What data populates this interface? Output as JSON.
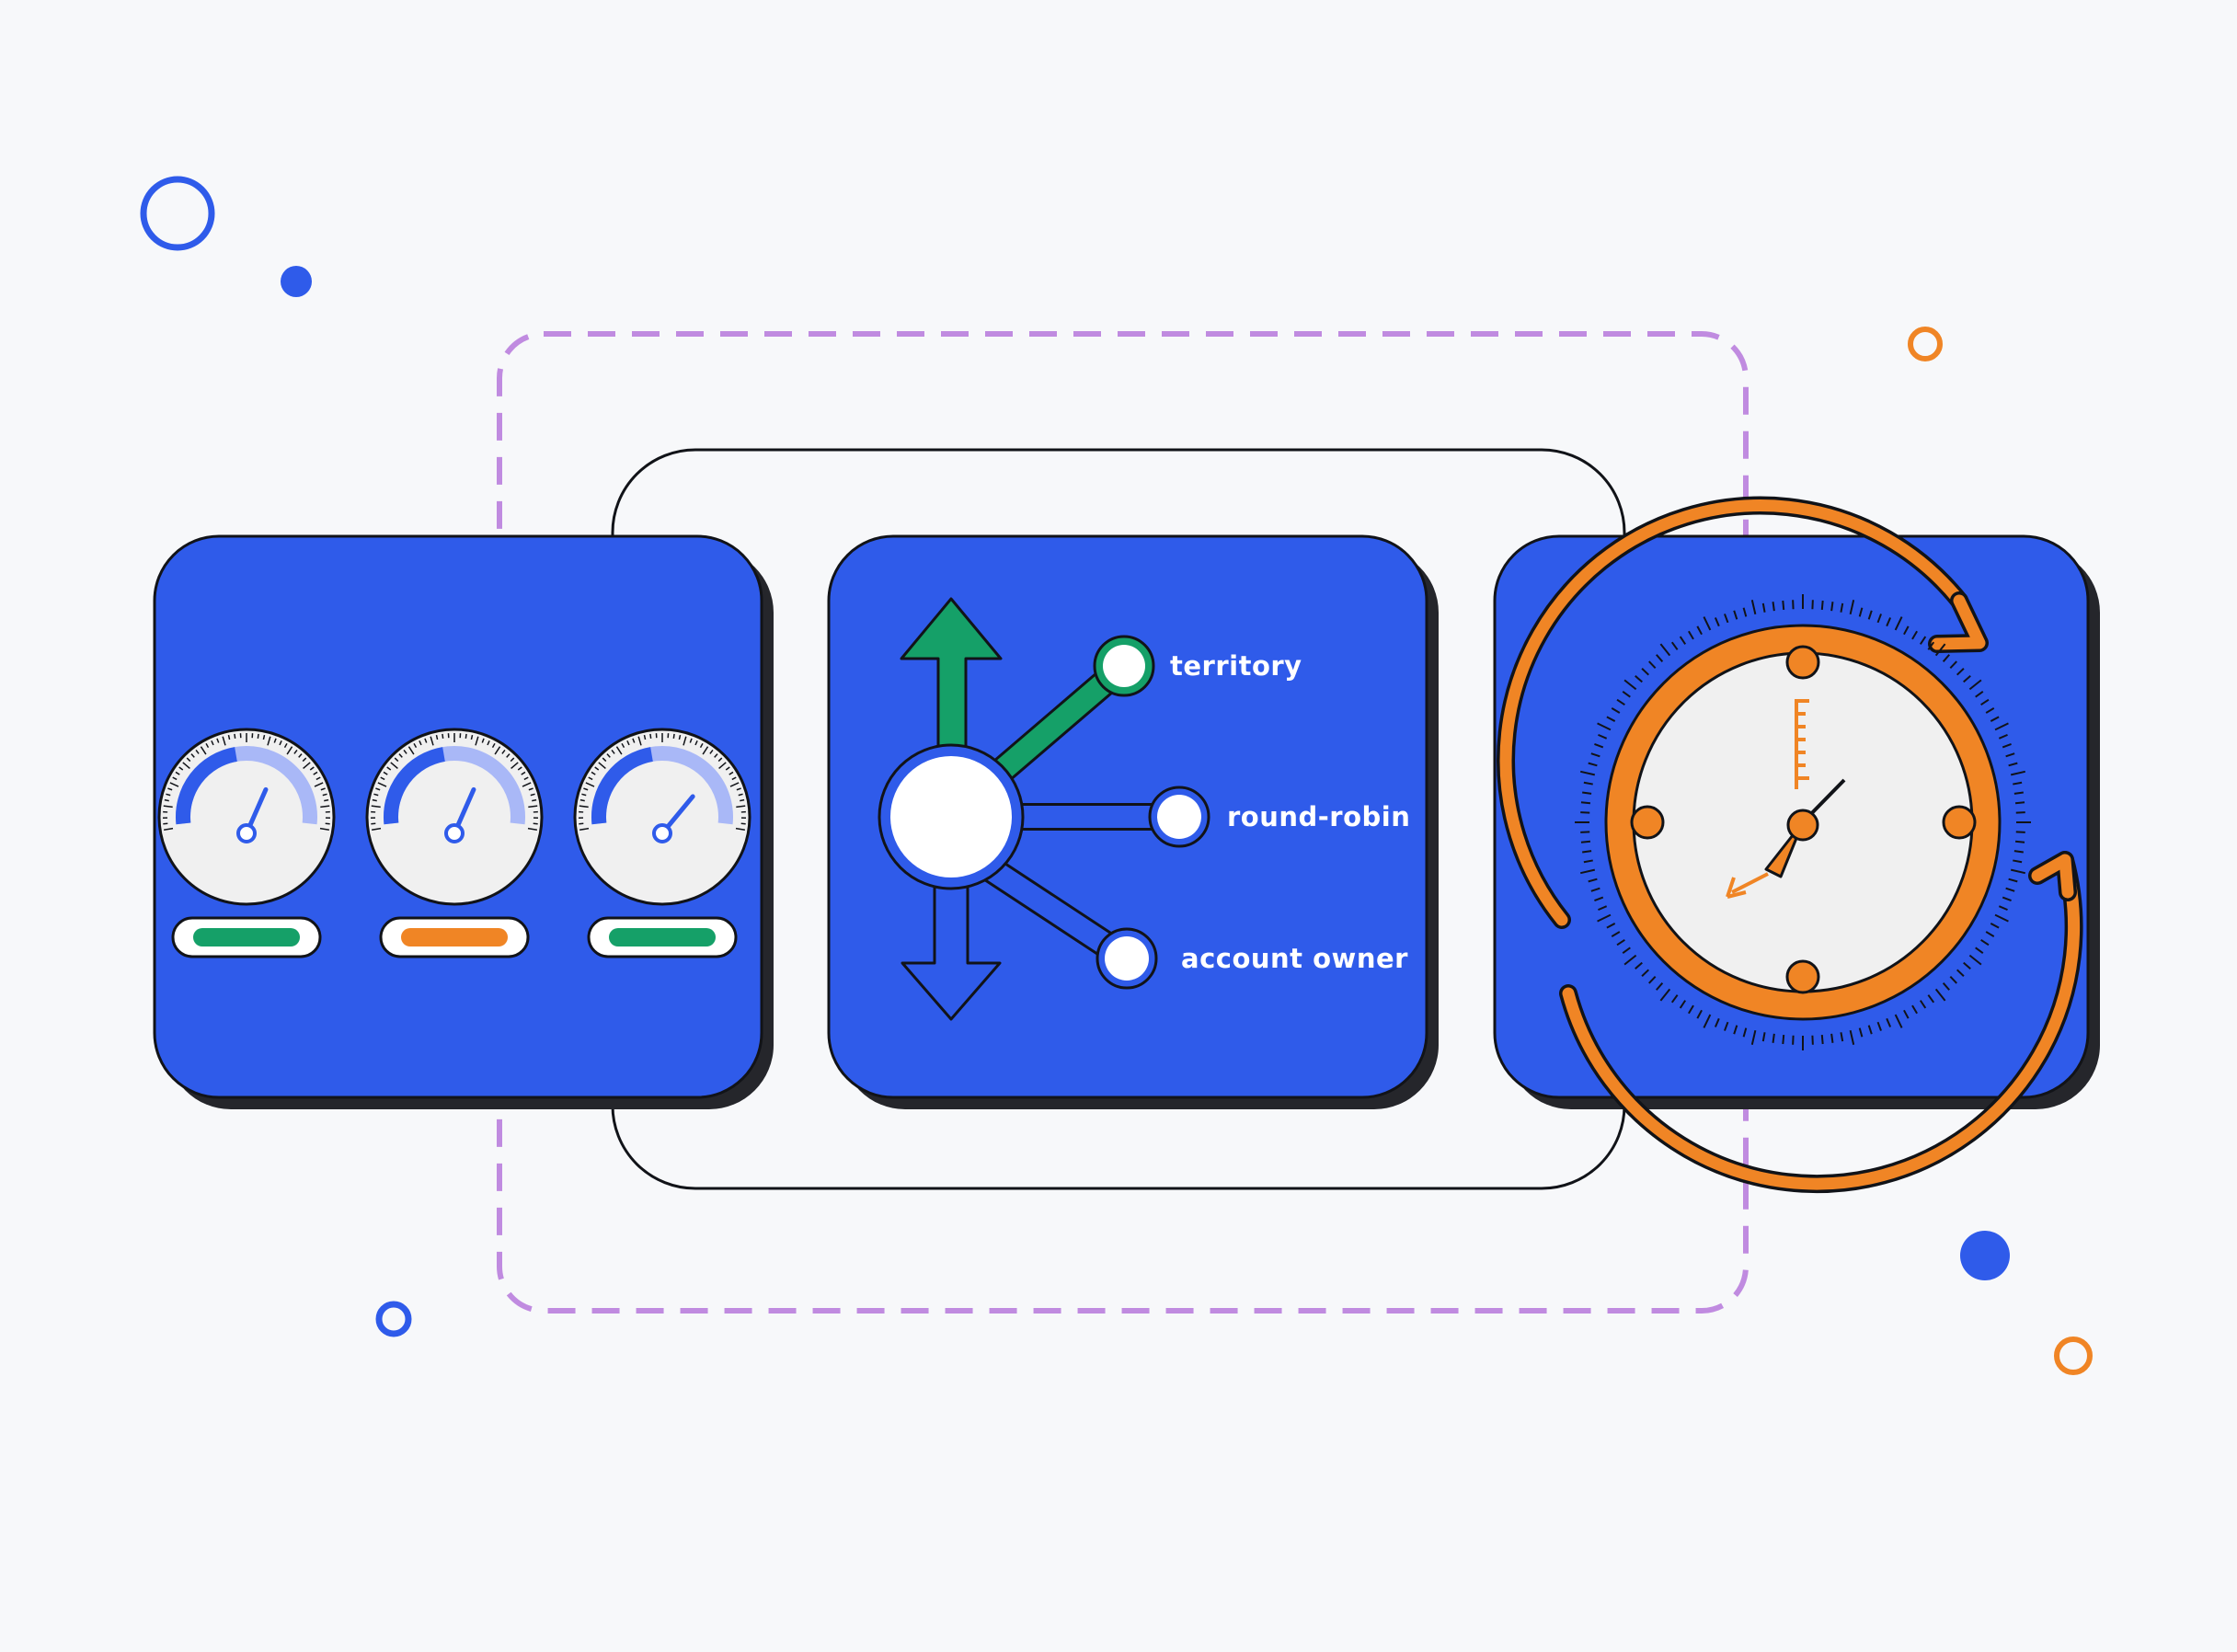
{
  "colors": {
    "background": "#f7f8fa",
    "panel_blue": "#2f5bea",
    "panel_shadow": "#25262b",
    "outline": "#111318",
    "dashed_frame": "#c08be0",
    "accent_green": "#15a068",
    "accent_orange": "#f08525",
    "gauge_face": "#f0f0f0",
    "gauge_track": "#a9b8f7",
    "white": "#ffffff"
  },
  "gauges": [
    {
      "status": "green",
      "level": 0.62
    },
    {
      "status": "orange",
      "level": 0.62
    },
    {
      "status": "green",
      "level": 0.7
    }
  ],
  "routing": {
    "up_arrow_icon": "arrow-up-icon",
    "down_arrow_icon": "arrow-down-icon",
    "options": [
      {
        "label": "territory",
        "highlighted": true
      },
      {
        "label": "round-robin",
        "highlighted": false
      },
      {
        "label": "account owner",
        "highlighted": false
      }
    ]
  },
  "timer": {
    "clock_icon": "clock-icon",
    "cycle_icon": "refresh-arrows-icon"
  },
  "decorations": [
    "ring-blue",
    "dot-blue",
    "ring-orange",
    "ring-blue-small",
    "dot-blue-large",
    "ring-orange-small"
  ]
}
